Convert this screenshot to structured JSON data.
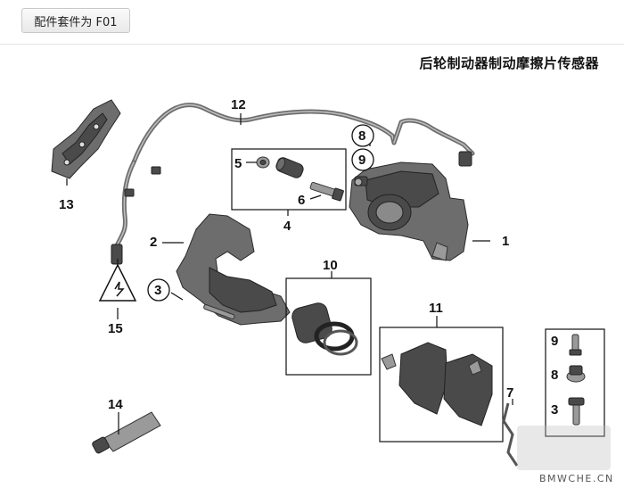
{
  "toolbar": {
    "kit_button_label": "配件套件为 F01"
  },
  "diagram": {
    "title": "后轮制动器制动摩擦片传感器",
    "callouts": {
      "c1": "1",
      "c2": "2",
      "c3": "3",
      "c4": "4",
      "c5": "5",
      "c6": "6",
      "c7": "7",
      "c8": "8",
      "c9": "9",
      "c10": "10",
      "c11": "11",
      "c12": "12",
      "c13": "13",
      "c14": "14",
      "c15": "15",
      "side9": "9",
      "side8": "8",
      "side3": "3"
    },
    "watermark": "BMWCHE.CN"
  }
}
